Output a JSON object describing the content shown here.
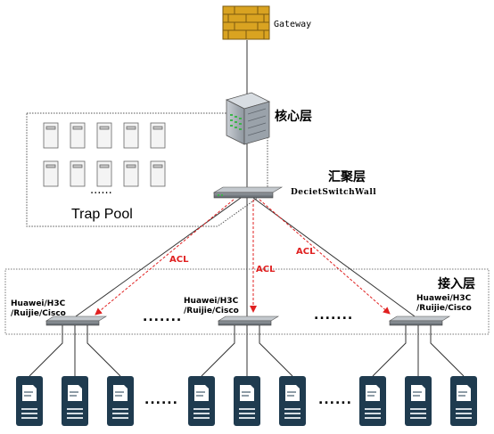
{
  "labels": {
    "gateway": "Gateway",
    "core_layer": "核心层",
    "aggregation_layer": "汇聚层",
    "aggregation_device": "DecietSwitchWall",
    "access_layer": "接入层",
    "trap_pool": "Trap Pool",
    "trap_pool_ellipsis": "......"
  },
  "access_switches": [
    {
      "vendor_line1": "Huawei/H3C",
      "vendor_line2": "/Ruijie/Cisco"
    },
    {
      "vendor_line1": "Huawei/H3C",
      "vendor_line2": "/Ruijie/Cisco"
    },
    {
      "vendor_line1": "Huawei/H3C",
      "vendor_line2": "/Ruijie/Cisco"
    }
  ],
  "acl_links": [
    {
      "label": "ACL"
    },
    {
      "label": "ACL"
    },
    {
      "label": "ACL"
    }
  ],
  "switch_ellipsis": ".......",
  "server_ellipsis": "......",
  "colors": {
    "acl_line": "#e02020",
    "link_line": "#333333",
    "server_body": "#1f3b4f",
    "firewall_brick": "#d9a321"
  }
}
